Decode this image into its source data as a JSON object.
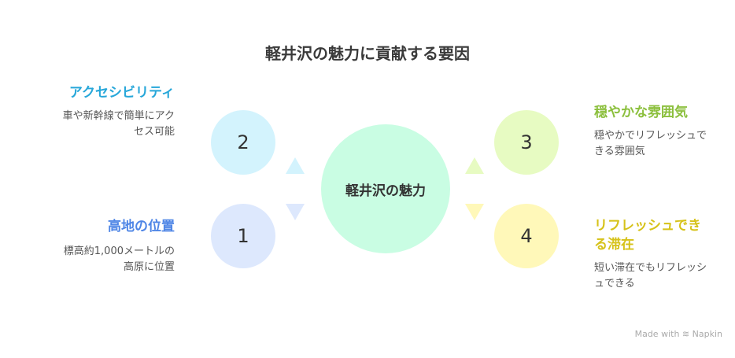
{
  "title": "軽井沢の魅力に貢献する要因",
  "center": {
    "label": "軽井沢の魅力",
    "color": "#c9fde3"
  },
  "factors": [
    {
      "number": "1",
      "heading": "高地の位置",
      "description": "標高約1,000メートルの高原に位置",
      "heading_color": "#4f86e6",
      "circle_color": "#dde8fd"
    },
    {
      "number": "2",
      "heading": "アクセシビリティ",
      "description": "車や新幹線で簡単にアクセス可能",
      "heading_color": "#27a7d9",
      "circle_color": "#d3f3fd"
    },
    {
      "number": "3",
      "heading": "穏やかな雰囲気",
      "description": "穏やかでリフレッシュできる雰囲気",
      "heading_color": "#8bbf3c",
      "circle_color": "#e7fbc2"
    },
    {
      "number": "4",
      "heading": "リフレッシュできる滞在",
      "description": "短い滞在でもリフレッシュできる",
      "heading_color": "#d6c219",
      "circle_color": "#fff8b9"
    }
  ],
  "footer": {
    "made_with": "Made with",
    "brand": "Napkin"
  }
}
